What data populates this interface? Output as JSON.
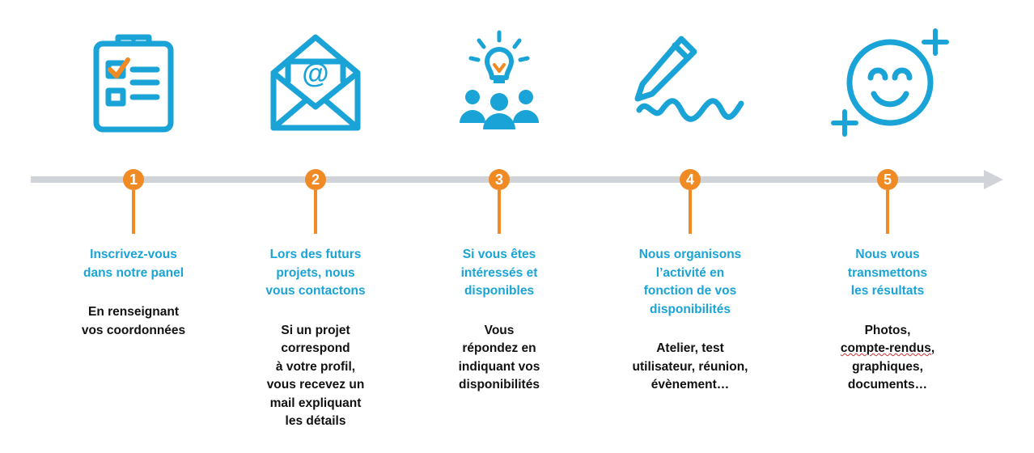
{
  "colors": {
    "accent_blue": "#1aa3d6",
    "marker_orange": "#f08a24",
    "timeline_gray": "#d0d3d8",
    "text_dark": "#111111"
  },
  "steps": [
    {
      "number": "1",
      "icon": "clipboard-checklist-icon",
      "title": "Inscrivez-vous\ndans notre panel",
      "description": "En renseignant\nvos coordonnées"
    },
    {
      "number": "2",
      "icon": "envelope-at-icon",
      "title": "Lors des futurs\nprojets, nous\nvous contactons",
      "description": "Si un projet\ncorrespond\nà votre profil,\nvous recevez un\nmail expliquant\nles détails"
    },
    {
      "number": "3",
      "icon": "idea-group-icon",
      "title": "Si vous êtes\nintéressés et\ndisponibles",
      "description": "Vous\nrépondez en\nindiquant vos\ndisponibilités"
    },
    {
      "number": "4",
      "icon": "pen-signature-icon",
      "title": "Nous organisons\nl’activité en\nfonction de vos\ndisponibilités",
      "description": "Atelier, test\nutilisateur, réunion,\névènement…"
    },
    {
      "number": "5",
      "icon": "smiley-sparkle-icon",
      "title": "Nous vous\ntransmettons\nles résultats",
      "description_lines": [
        "Photos,",
        "compte-rendus,",
        "graphiques,",
        "documents…"
      ]
    }
  ]
}
